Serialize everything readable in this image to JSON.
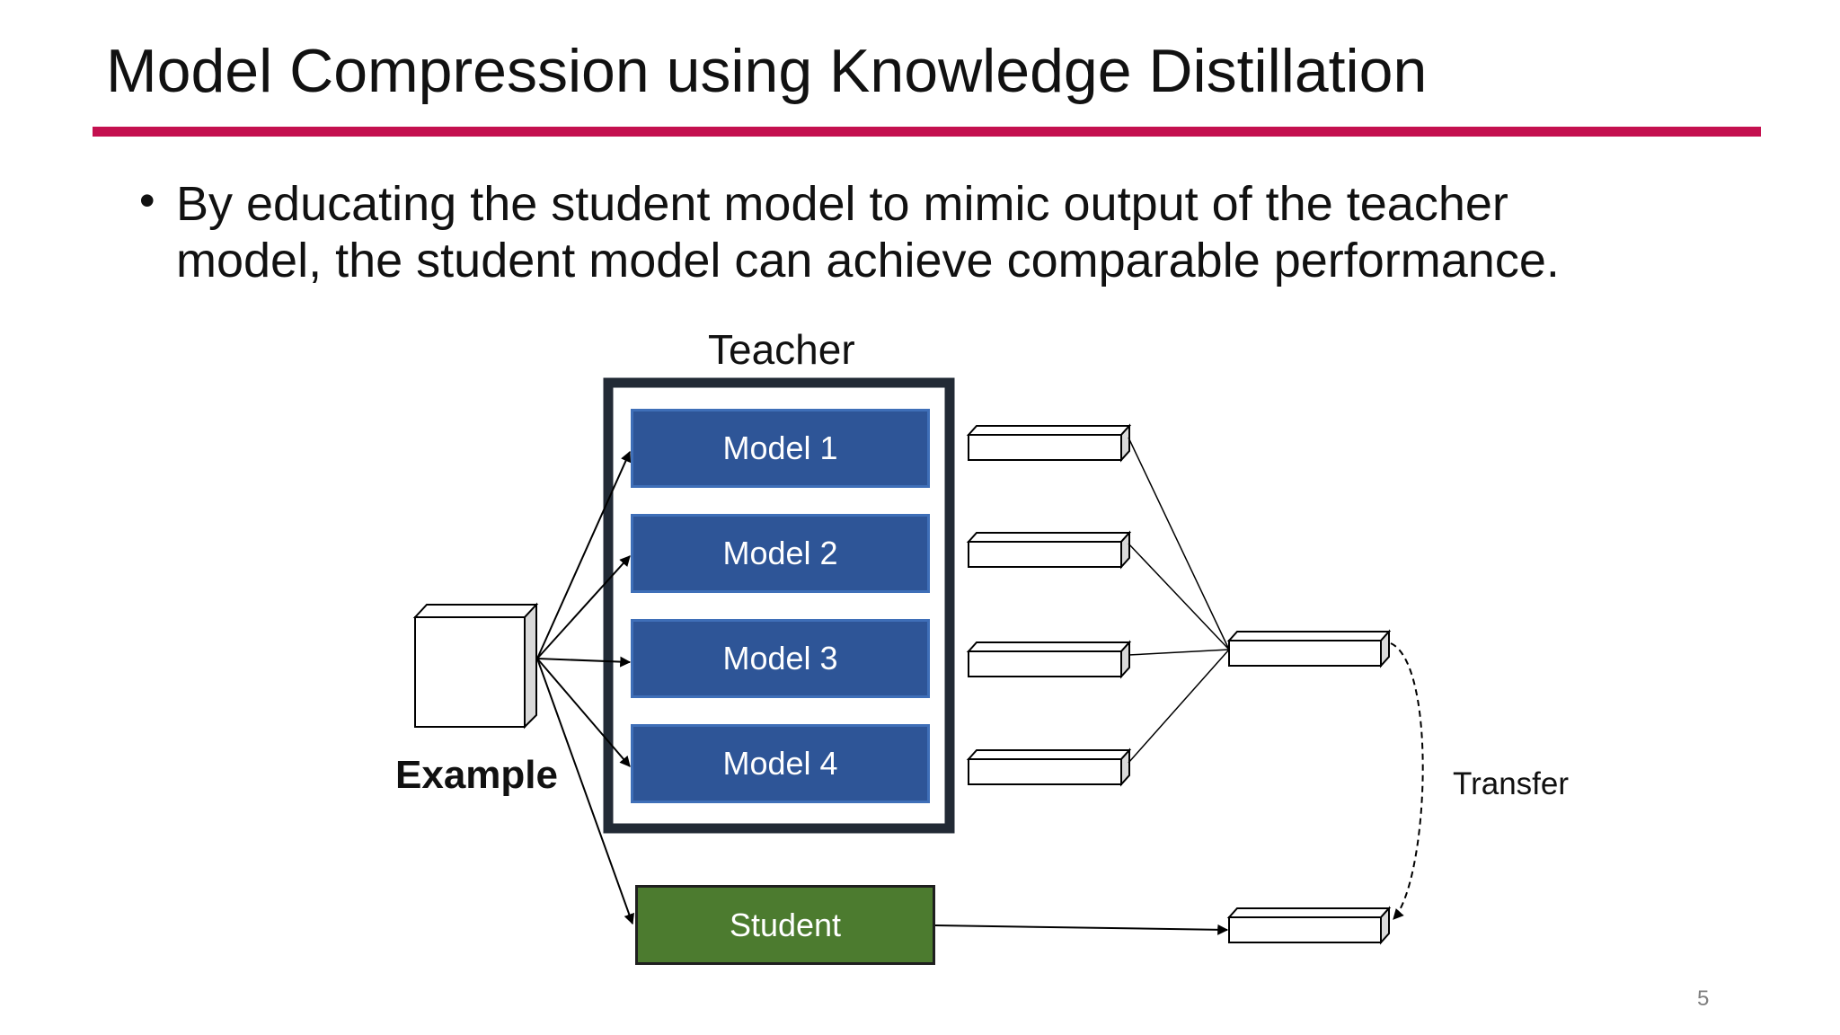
{
  "slide": {
    "title": "Model Compression using Knowledge Distillation",
    "bullet_line1": "By educating the student model to mimic output of the teacher",
    "bullet_line2": "model, the student model can achieve comparable performance.",
    "page_number": "5"
  },
  "diagram": {
    "teacher_label": "Teacher",
    "models": [
      "Model 1",
      "Model 2",
      "Model 3",
      "Model 4"
    ],
    "student_label": "Student",
    "input_label": "Example",
    "transfer_label": "Transfer",
    "colors": {
      "accent_rule": "#c4104f",
      "teacher_model_fill": "#2e5597",
      "student_fill": "#4c7b2f",
      "teacher_frame": "#222a35"
    }
  }
}
